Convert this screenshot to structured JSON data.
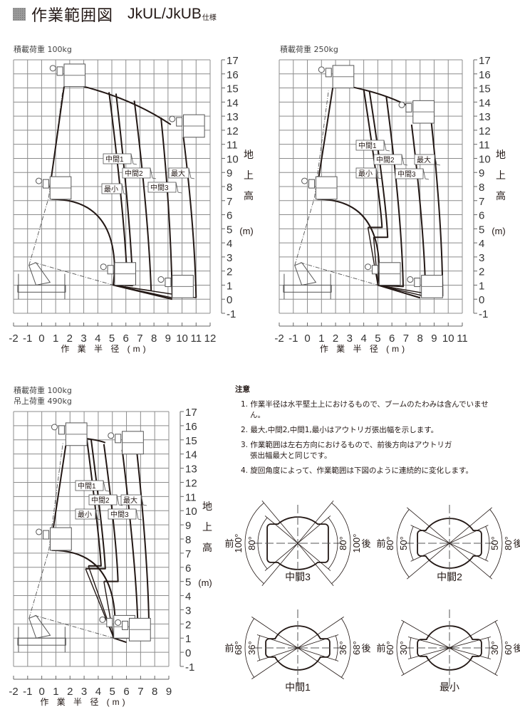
{
  "title": {
    "main": "作業範囲図",
    "model": "JkUL/JkUB",
    "spec": "仕様"
  },
  "charts": [
    {
      "load_lines": [
        "積載荷重 100kg"
      ],
      "type": "line",
      "xlim": [
        -2,
        12
      ],
      "ylim": [
        -1,
        17
      ],
      "xticks": [
        "-2",
        "-1",
        "0",
        "1",
        "2",
        "3",
        "4",
        "5",
        "6",
        "7",
        "8",
        "9",
        "10",
        "11",
        "12"
      ],
      "yticks": [
        "-1",
        "0",
        "1",
        "2",
        "3",
        "4",
        "5",
        "6",
        "7",
        "8",
        "9",
        "10",
        "11",
        "12",
        "13",
        "14",
        "15",
        "16",
        "17"
      ],
      "xlabel": "作 業 半 径 (m)",
      "ylabel_chars": [
        "地",
        "上",
        "高",
        "(m)"
      ],
      "envelope": {
        "boom": [
          [
            1.6,
            15.1
          ],
          [
            0.6,
            8
          ],
          [
            0.7,
            7.1
          ]
        ],
        "arc": [
          [
            0.7,
            7.1
          ],
          [
            5.2,
            7.1
          ],
          [
            5.2,
            2.0
          ]
        ],
        "base": [
          [
            5.2,
            2.0
          ],
          [
            5.1,
            1.0
          ],
          [
            9.3,
            0.0
          ]
        ],
        "top": [
          [
            3,
            15.1
          ],
          [
            6.5,
            14.2
          ],
          [
            9.2,
            12.4
          ]
        ]
      },
      "series": [
        {
          "name": "最小",
          "points": [
            [
              4.8,
              14.7
            ],
            [
              5.9,
              6
            ],
            [
              6.1,
              1.3
            ],
            [
              5.1,
              1.0
            ]
          ]
        },
        {
          "name": "中間1",
          "points": [
            [
              5.3,
              14.6
            ],
            [
              6.3,
              6
            ],
            [
              6.5,
              0.95
            ]
          ]
        },
        {
          "name": "中間2",
          "points": [
            [
              6.6,
              14.1
            ],
            [
              7.6,
              6
            ],
            [
              7.8,
              0.6
            ]
          ]
        },
        {
          "name": "中間3",
          "points": [
            [
              8.5,
              12.9
            ],
            [
              9.2,
              6
            ],
            [
              9.3,
              0.1
            ]
          ]
        },
        {
          "name": "最大",
          "points": [
            [
              10.1,
              11.5
            ],
            [
              10.9,
              5
            ],
            [
              11.0,
              0.1
            ]
          ]
        }
      ]
    },
    {
      "load_lines": [
        "積載荷重 250kg"
      ],
      "type": "line",
      "xlim": [
        -2,
        11
      ],
      "ylim": [
        -1,
        17
      ],
      "xticks": [
        "-2",
        "-1",
        "0",
        "1",
        "2",
        "3",
        "4",
        "5",
        "6",
        "7",
        "8",
        "9",
        "10",
        "11"
      ],
      "yticks": [
        "-1",
        "0",
        "1",
        "2",
        "3",
        "4",
        "5",
        "6",
        "7",
        "8",
        "9",
        "10",
        "11",
        "12",
        "13",
        "14",
        "15",
        "16",
        "17"
      ],
      "xlabel": "作 業 半 径 (m)",
      "ylabel_chars": [
        "地",
        "上",
        "高",
        "(m)"
      ],
      "envelope": {
        "boom": [
          [
            1.8,
            15.0
          ],
          [
            0.7,
            8
          ],
          [
            0.7,
            7.1
          ]
        ],
        "arc": [
          [
            0.7,
            7.1
          ],
          [
            5.1,
            7.1
          ],
          [
            5.1,
            2.0
          ]
        ],
        "base": [
          [
            5.1,
            2.0
          ],
          [
            5.0,
            1.0
          ],
          [
            8.0,
            0.1
          ]
        ],
        "top": [
          [
            3,
            15.1
          ],
          [
            5.5,
            14.6
          ],
          [
            7.2,
            13.7
          ]
        ]
      },
      "series": [
        {
          "name": "最小",
          "points": [
            [
              4.0,
              14.9
            ],
            [
              5.2,
              7
            ],
            [
              5.3,
              5.1
            ],
            [
              4.3,
              5.1
            ]
          ]
        },
        {
          "name": "中間1",
          "points": [
            [
              4.4,
              14.8
            ],
            [
              5.6,
              7
            ],
            [
              5.7,
              4.4
            ],
            [
              4.7,
              4.4
            ]
          ]
        },
        {
          "name": "中間2",
          "points": [
            [
              5.6,
              14.4
            ],
            [
              6.7,
              6
            ],
            [
              6.8,
              0.9
            ],
            [
              5.0,
              1.0
            ]
          ]
        },
        {
          "name": "中間3",
          "points": [
            [
              7.4,
              12.4
            ],
            [
              8.3,
              5
            ],
            [
              8.4,
              0.2
            ]
          ]
        },
        {
          "name": "最大",
          "points": [
            [
              8.8,
              12.6
            ],
            [
              9.6,
              5
            ],
            [
              9.6,
              0.2
            ]
          ]
        }
      ]
    },
    {
      "load_lines": [
        "積載荷重 100kg",
        "吊上荷重 490kg"
      ],
      "type": "line",
      "xlim": [
        -2,
        9
      ],
      "ylim": [
        -1,
        17
      ],
      "xticks": [
        "-2",
        "-1",
        "0",
        "1",
        "2",
        "3",
        "4",
        "5",
        "6",
        "7",
        "8",
        "9"
      ],
      "yticks": [
        "-1",
        "0",
        "1",
        "2",
        "3",
        "4",
        "5",
        "6",
        "7",
        "8",
        "9",
        "10",
        "11",
        "12",
        "13",
        "14",
        "15",
        "16",
        "17"
      ],
      "xlabel": "作 業 半 径 (m)",
      "ylabel_chars": [
        "地",
        "上",
        "高",
        "(m)"
      ],
      "envelope": {
        "boom": [
          [
            1.7,
            14.6
          ],
          [
            0.7,
            8
          ],
          [
            0.7,
            7.2
          ]
        ],
        "arc": [
          [
            0.7,
            7.2
          ],
          [
            5.2,
            7.2
          ],
          [
            5.2,
            1.9
          ]
        ],
        "base": [
          [
            5.2,
            1.9
          ],
          [
            5.1,
            1.0
          ],
          [
            6.0,
            0.7
          ]
        ],
        "top": [
          [
            3,
            15.1
          ],
          [
            4.0,
            15.0
          ],
          [
            4.5,
            14.8
          ]
        ]
      },
      "series": [
        {
          "name": "最小",
          "points": [
            [
              3.2,
              15.0
            ],
            [
              4.1,
              8
            ],
            [
              4.2,
              6.1
            ],
            [
              3.3,
              6.1
            ]
          ]
        },
        {
          "name": "中間1",
          "points": [
            [
              3.5,
              15.0
            ],
            [
              4.4,
              8
            ],
            [
              4.5,
              5.9
            ],
            [
              3.1,
              5.9
            ]
          ]
        },
        {
          "name": "中間2",
          "points": [
            [
              4.4,
              14.7
            ],
            [
              5.3,
              8
            ],
            [
              5.4,
              5.0
            ],
            [
              4.4,
              5.0
            ]
          ]
        },
        {
          "name": "中間3",
          "points": [
            [
              5.7,
              14.3
            ],
            [
              6.7,
              6
            ],
            [
              6.8,
              2.0
            ]
          ]
        },
        {
          "name": "最大",
          "points": [
            [
              6.7,
              14.5
            ],
            [
              7.6,
              6
            ],
            [
              7.6,
              1.0
            ]
          ]
        }
      ]
    }
  ],
  "notes": {
    "heading": "注意",
    "items": [
      "1. 作業半径は水平堅土上におけるもので、ブームのたわみは含んでいません。",
      "2. 最大,中間2,中間1,最小はアウトリガ張出幅を示します。",
      "3. 作業範囲は左右方向におけるもので、前後方向はアウトリガ張出幅最大と同じです。",
      "4. 旋回角度によって、作業範囲は下図のように連続的に変化します。"
    ]
  },
  "rotation": {
    "front_label": "前",
    "rear_label": "後",
    "diagrams": [
      {
        "name": "中間3",
        "outer_angle": "100°",
        "inner_angle": "80°",
        "outer_deg": 100,
        "inner_deg": 80
      },
      {
        "name": "中間2",
        "outer_angle": "80°",
        "inner_angle": "50°",
        "outer_deg": 80,
        "inner_deg": 50
      },
      {
        "name": "中間1",
        "outer_angle": "68°",
        "inner_angle": "36°",
        "outer_deg": 68,
        "inner_deg": 36
      },
      {
        "name": "最小",
        "outer_angle": "60°",
        "inner_angle": "30°",
        "outer_deg": 60,
        "inner_deg": 30
      }
    ]
  }
}
